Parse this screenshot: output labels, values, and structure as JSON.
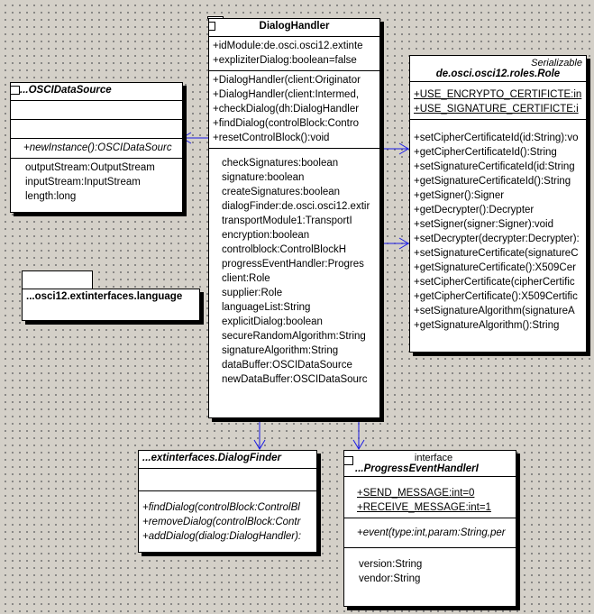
{
  "colors": {
    "line": "#1a1ae6",
    "shadow": "#000000",
    "background": "#d4d0c8"
  },
  "dialog_handler": {
    "name": "DialogHandler",
    "attributes_top": [
      "+idModule:de.osci.osci12.extinte",
      "+expliziterDialog:boolean=false"
    ],
    "operations": [
      "+DialogHandler(client:Originator",
      "+DialogHandler(client:Intermed,",
      "+checkDialog(dh:DialogHandler",
      "+findDialog(controlBlock:Contro",
      "+resetControlBlock():void"
    ],
    "fields": [
      "checkSignatures:boolean",
      "signature:boolean",
      "createSignatures:boolean",
      "dialogFinder:de.osci.osci12.extir",
      "transportModule1:TransportI",
      "encryption:boolean",
      "controlblock:ControlBlockH",
      "progressEventHandler:Progres",
      "client:Role",
      "supplier:Role",
      "languageList:String",
      "explicitDialog:boolean",
      "secureRandomAlgorithm:String",
      "signatureAlgorithm:String",
      "dataBuffer:OSCIDataSource",
      "newDataBuffer:OSCIDataSourc"
    ]
  },
  "osci_data_source": {
    "name": "...OSCIDataSource",
    "operations": [
      "+newInstance():OSCIDataSourc"
    ],
    "fields": [
      "outputStream:OutputStream",
      "inputStream:InputStream",
      "length:long"
    ]
  },
  "language_package": {
    "name": "...osci12.extinterfaces.language"
  },
  "role": {
    "stereotype": "Serializable",
    "name": "de.osci.osci12.roles.Role",
    "static_attributes": [
      "+USE_ENCRYPTO_CERTIFICTE:in",
      "+USE_SIGNATURE_CERTIFICTE:i"
    ],
    "operations": [
      "+setCipherCertificateId(id:String):vo",
      "+getCipherCertificateId():String",
      "+setSignatureCertificateId(id:String",
      "+getSignatureCertificateId():String",
      "+getSigner():Signer",
      "+getDecrypter():Decrypter",
      "+setSigner(signer:Signer):void",
      "+setDecrypter(decrypter:Decrypter):",
      "+setSignatureCertificate(signatureC",
      "+getSignatureCertificate():X509Cer",
      "+setCipherCertificate(cipherCertific",
      "+getCipherCertificate():X509Certific",
      "+setSignatureAlgorithm(signatureA",
      "+getSignatureAlgorithm():String"
    ]
  },
  "dialog_finder": {
    "name": "...extinterfaces.DialogFinder",
    "operations": [
      "+findDialog(controlBlock:ControlBl",
      "+removeDialog(controlBlock:Contr",
      "+addDialog(dialog:DialogHandler):"
    ]
  },
  "progress_handler": {
    "stereotype": "interface",
    "name": "...ProgressEventHandlerI",
    "static_attributes": [
      "+SEND_MESSAGE:int=0",
      "+RECEIVE_MESSAGE:int=1"
    ],
    "operations": [
      "+event(type:int,param:String,per"
    ],
    "fields": [
      "version:String",
      "vendor:String"
    ]
  }
}
